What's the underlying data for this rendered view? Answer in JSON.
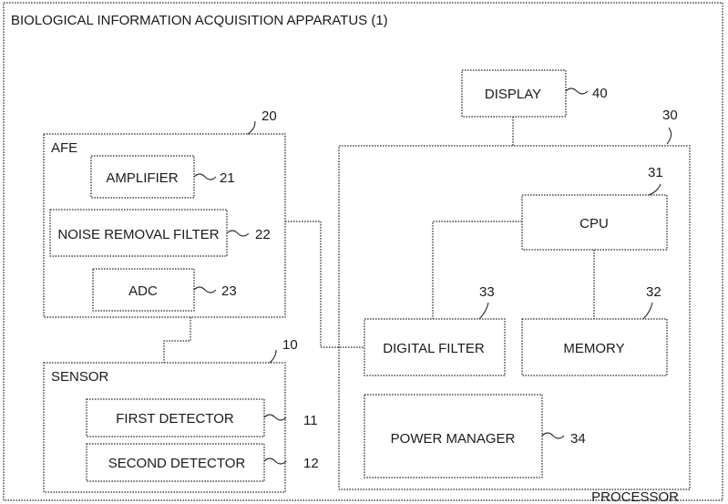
{
  "title": "BIOLOGICAL INFORMATION ACQUISITION APPARATUS (1)",
  "afe": {
    "label": "AFE",
    "ref": "20"
  },
  "amplifier": {
    "label": "AMPLIFIER",
    "ref": "21"
  },
  "noise_filter": {
    "label": "NOISE REMOVAL FILTER",
    "ref": "22"
  },
  "adc": {
    "label": "ADC",
    "ref": "23"
  },
  "sensor": {
    "label": "SENSOR",
    "ref": "10"
  },
  "first_detector": {
    "label": "FIRST DETECTOR",
    "ref": "11"
  },
  "second_detector": {
    "label": "SECOND DETECTOR",
    "ref": "12"
  },
  "display": {
    "label": "DISPLAY",
    "ref": "40"
  },
  "processor": {
    "label": "PROCESSOR",
    "ref": "30",
    "inner_ref": "31"
  },
  "cpu": {
    "label": "CPU"
  },
  "memory": {
    "label": "MEMORY",
    "ref": "32"
  },
  "digital_filter": {
    "label": "DIGITAL FILTER",
    "ref": "33"
  },
  "power_manager": {
    "label": "POWER MANAGER",
    "ref": "34"
  }
}
